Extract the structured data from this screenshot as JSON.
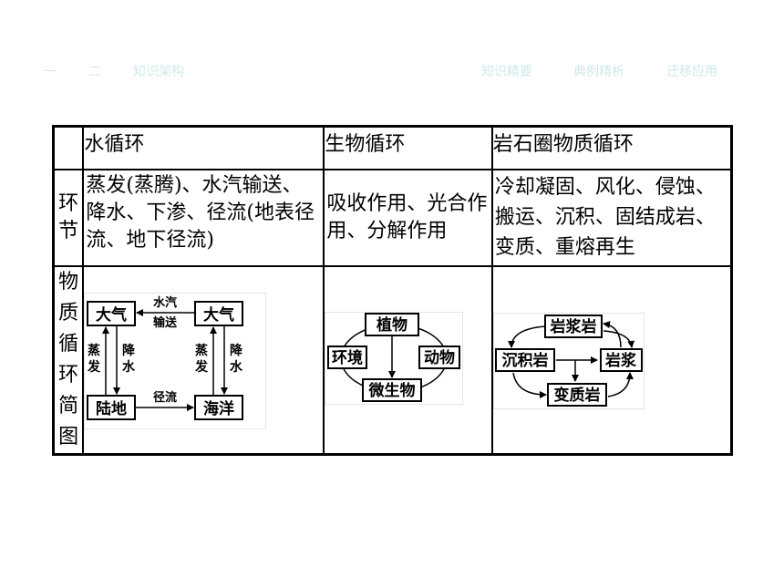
{
  "nav": {
    "left": [
      "一",
      "二",
      "知识架构"
    ],
    "right": [
      "知识精要",
      "典例精析",
      "迁移应用"
    ]
  },
  "table": {
    "headers": [
      "水循环",
      "生物循环",
      "岩石圈物质循环"
    ],
    "row1": {
      "label_chars": [
        "环",
        "节"
      ],
      "water": "蒸发(蒸腾)、水汽输送、降水、下渗、径流(地表径流、地下径流)",
      "bio": "吸收作用、光合作用、分解作用",
      "rock": "冷却凝固、风化、侵蚀、搬运、沉积、固结成岩、变质、重熔再生"
    },
    "row2": {
      "label_chars": [
        "物",
        "质",
        "循",
        "环",
        "简",
        "图"
      ]
    }
  },
  "diagrams": {
    "water": {
      "atmosphere_left": "大气",
      "atmosphere_right": "大气",
      "land": "陆地",
      "ocean": "海洋",
      "vapor_1": "水汽",
      "vapor_2": "输送",
      "runoff": "径流",
      "evap_left": [
        "蒸",
        "发"
      ],
      "precip_left": [
        "降",
        "水"
      ],
      "evap_right": [
        "蒸",
        "发"
      ],
      "precip_right": [
        "降",
        "水"
      ]
    },
    "bio": {
      "plant": "植物",
      "environment": "环境",
      "animal": "动物",
      "microbe": "微生物"
    },
    "rock": {
      "igneous": "岩浆岩",
      "sedimentary": "沉积岩",
      "magma": "岩浆",
      "metamorphic": "变质岩"
    }
  }
}
